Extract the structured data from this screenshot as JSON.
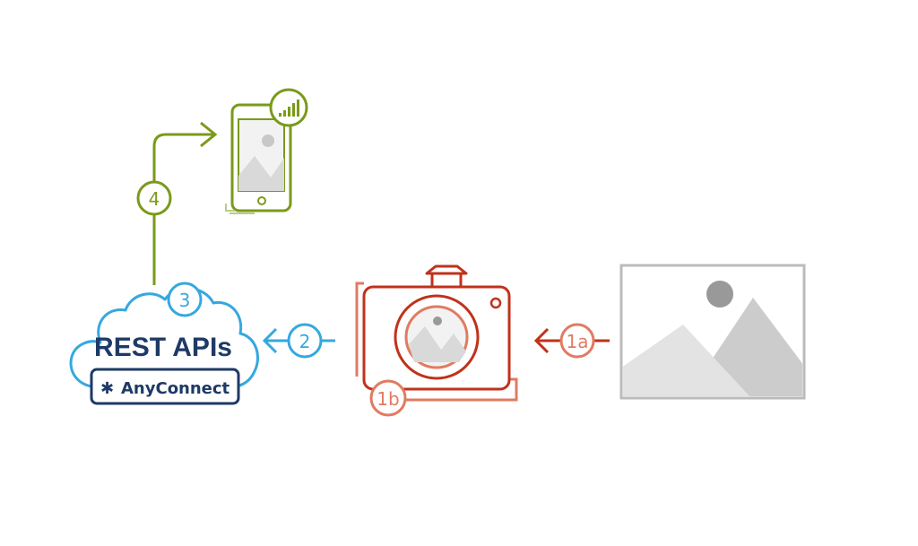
{
  "colors": {
    "green": "#7a9a1a",
    "green_light": "#b8cc88",
    "red": "#c0321b",
    "salmon": "#e07b62",
    "blue": "#35a8e0",
    "navy": "#1e3a66",
    "gray": "#bbbbbb",
    "gray_dark": "#999999"
  },
  "steps": {
    "s1a": "1a",
    "s1b": "1b",
    "s2": "2",
    "s3": "3",
    "s4": "4"
  },
  "cloud": {
    "title": "REST APIs",
    "badge_icon": "asterisk-icon",
    "badge_label": "AnyConnect",
    "badge_symbol": "✱"
  },
  "icons": {
    "phone": "smartphone-icon",
    "signal": "signal-bars-icon",
    "camera": "camera-icon",
    "image": "image-placeholder-icon",
    "cloud": "cloud-icon"
  }
}
